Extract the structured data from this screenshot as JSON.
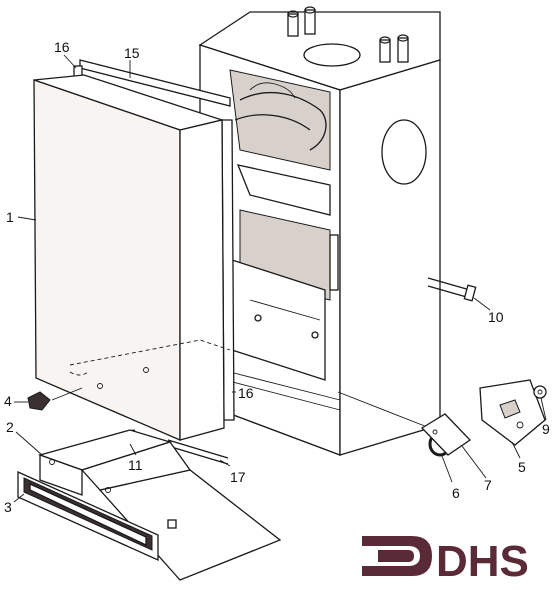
{
  "callouts": {
    "c1": "1",
    "c2": "2",
    "c3": "3",
    "c4": "4",
    "c5": "5",
    "c6": "6",
    "c7": "7",
    "c9": "9",
    "c10": "10",
    "c11": "11",
    "c15": "15",
    "c16a": "16",
    "c16b": "16",
    "c17": "17"
  },
  "logo": {
    "text": "DHS",
    "color": "#5a2a36"
  }
}
